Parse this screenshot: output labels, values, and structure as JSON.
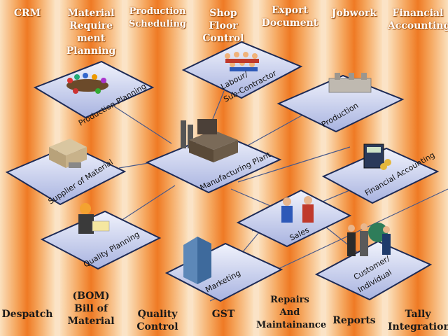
{
  "top_labels": [
    "CRM",
    "Material\nRequire\nment\nPlanning",
    "Production\nScheduling",
    "Shop\nFloor\nControl",
    "Export\nDocument",
    "Jobwork",
    "Financial\nAccounting"
  ],
  "bottom_labels": [
    "Despatch",
    "(BOM)\nBill of\nMaterial",
    "Quality\nControl",
    "GST",
    "Repairs\nAnd\nMaintainance",
    "Reports",
    "Tally\nIntegration"
  ],
  "nodes": {
    "production_planning": "Production Planning",
    "labour_line1": "Labour/",
    "labour_line2": "Sub-Contractor",
    "production": "Production",
    "supplier": "Supplier of Material",
    "manufacturing": "Manufacturing Plant",
    "financial": "Financial Accounting",
    "quality": "Quality Planning",
    "sales": "Sales",
    "marketing": "Marketing",
    "customer_line1": "Customer/",
    "customer_line2": "Individual"
  },
  "colors": {
    "column_center": "#ef7a24",
    "column_edge": "#fbe0bd",
    "panel_top": "#eef1fb",
    "panel_bottom": "#9aa6d8",
    "panel_border": "#1d2a55"
  }
}
